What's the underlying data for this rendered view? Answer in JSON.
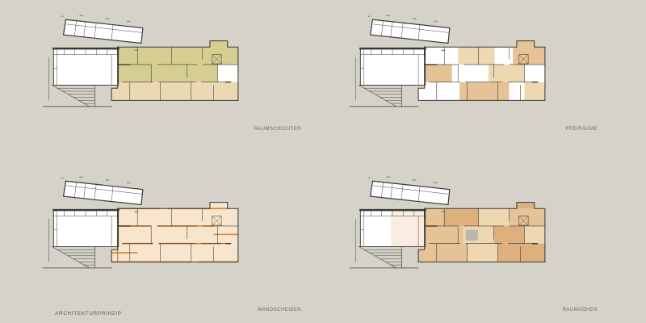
{
  "page": {
    "background": "#d5d2ca",
    "footer_label": "ARCHITEKTURPRINZIP"
  },
  "panels": [
    {
      "label": "RAUMSCHICHTEN"
    },
    {
      "label": "FREIRÄUME"
    },
    {
      "label": "WANDSCHEIBEN"
    },
    {
      "label": "RAUMHÖHEN"
    }
  ],
  "colors": {
    "line": "#3b3a35",
    "tick": "#9b978c",
    "paper": "#ffffff",
    "khaki": "#d3ca87",
    "tan": "#e9d6ad",
    "tan_light": "#edd5ab",
    "tan_mid": "#e4bd8e",
    "tan_deep": "#dcaa72",
    "peach": "#f7e4c9",
    "orange": "#d8883c",
    "gray_block": "#b5b1a8",
    "caption_text": "#6e6a62"
  }
}
